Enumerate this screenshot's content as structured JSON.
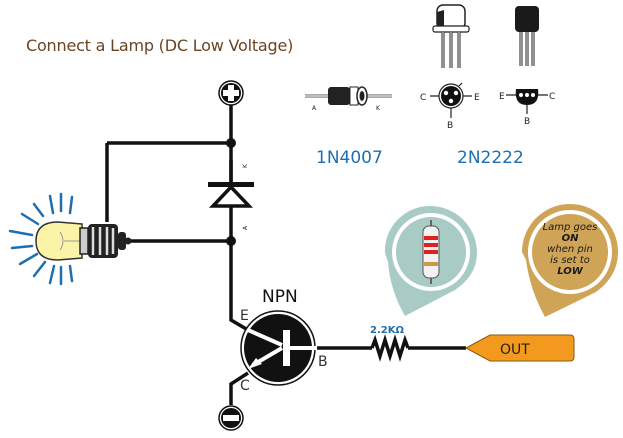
{
  "title": "Connect a Lamp (DC Low Voltage)",
  "components": {
    "diode": {
      "part": "1N4007",
      "pin_a": "A",
      "pin_k": "K"
    },
    "transistor": {
      "part": "2N2222",
      "type_label": "NPN",
      "pin_c": "C",
      "pin_b": "B",
      "pin_e": "E"
    },
    "resistor": {
      "value_label": "2.2KΩ"
    },
    "output": {
      "label": "OUT"
    }
  },
  "schematic": {
    "diode_k": "K",
    "diode_a": "A",
    "emitter": "E",
    "collector": "C",
    "base": "B"
  },
  "note": {
    "line1": "Lamp goes",
    "line2": "ON",
    "line3": "when pin",
    "line4": "is set to",
    "line5": "LOW"
  },
  "colors": {
    "title": "#6b4423",
    "part_label": "#1f6fb0",
    "out_tag": "#f39a1e",
    "resistor_bubble": "#a9cbc5",
    "note_bubble": "#cfa456",
    "lamp_rays": "#1f6fb0",
    "lamp_glass": "#fbf3a8"
  }
}
